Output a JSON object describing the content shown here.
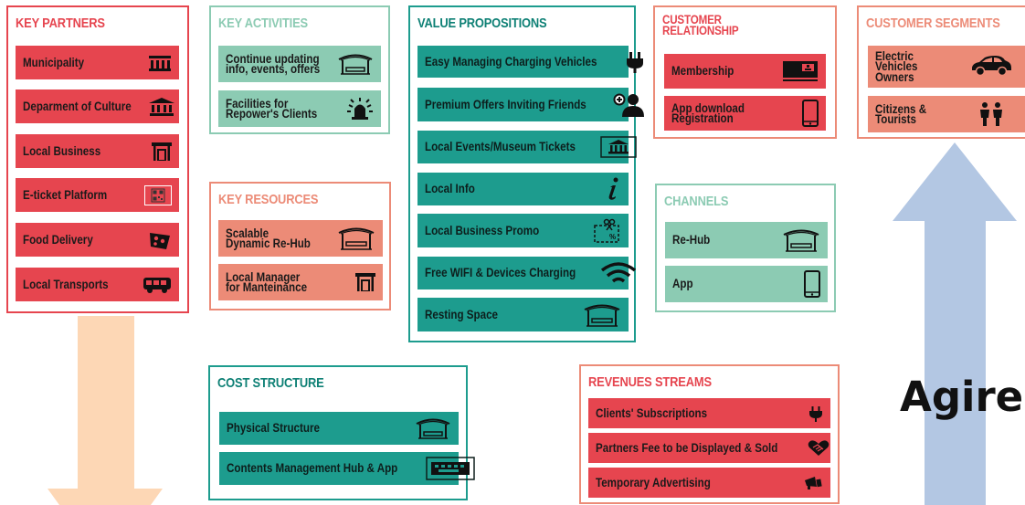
{
  "key_partners": {
    "title": "KEY PARTNERS",
    "items": [
      {
        "label": "Municipality",
        "icon": "building-icon"
      },
      {
        "label": "Deparment of Culture",
        "icon": "museum-icon"
      },
      {
        "label": "Local Business",
        "icon": "shop-icon"
      },
      {
        "label": "E-ticket Platform",
        "icon": "qr-code-icon"
      },
      {
        "label": "Food Delivery",
        "icon": "pizza-icon"
      },
      {
        "label": "Local Transports",
        "icon": "bus-icon"
      }
    ]
  },
  "key_activities": {
    "title": "KEY ACTIVITIES",
    "items": [
      {
        "label_lines": [
          "Continue updating",
          "info, events, offers"
        ],
        "icon": "canopy-icon"
      },
      {
        "label_lines": [
          "Facilities for",
          "Repower's Clients"
        ],
        "icon": "alarm-light-icon"
      }
    ]
  },
  "key_resources": {
    "title": "KEY RESOURCES",
    "items": [
      {
        "label_lines": [
          "Scalable",
          "Dynamic Re-Hub"
        ],
        "icon": "canopy-icon"
      },
      {
        "label_lines": [
          "Local Manager",
          "for Manteinance"
        ],
        "icon": "shop-icon"
      }
    ]
  },
  "value_propositions": {
    "title": "VALUE PROPOSITIONS",
    "items": [
      {
        "label": "Easy Managing Charging Vehicles",
        "icon": "plug-icon"
      },
      {
        "label": "Premium Offers Inviting Friends",
        "icon": "add-person-icon"
      },
      {
        "label": "Local Events/Museum Tickets",
        "icon": "museum-icon"
      },
      {
        "label": "Local Info",
        "icon": "info-icon"
      },
      {
        "label": "Local Business Promo",
        "icon": "coupon-icon"
      },
      {
        "label": "Free WIFI & Devices Charging",
        "icon": "wifi-icon"
      },
      {
        "label": "Resting Space",
        "icon": "canopy-icon"
      }
    ]
  },
  "customer_relationship": {
    "title_lines": [
      "CUSTOMER",
      "RELATIONSHIP"
    ],
    "items": [
      {
        "label_lines": [
          "Membership"
        ],
        "icon": "membership-card-icon"
      },
      {
        "label_lines": [
          "App download",
          "Registration"
        ],
        "icon": "smartphone-icon"
      }
    ]
  },
  "channels": {
    "title": "CHANNELS",
    "items": [
      {
        "label": "Re-Hub",
        "icon": "canopy-icon"
      },
      {
        "label": "App",
        "icon": "smartphone-icon"
      }
    ]
  },
  "customer_segments": {
    "title": "CUSTOMER SEGMENTS",
    "items": [
      {
        "label_lines": [
          "Electric",
          "Vehicles",
          "Owners"
        ],
        "icon": "car-icon"
      },
      {
        "label_lines": [
          "Citizens &",
          "Tourists"
        ],
        "icon": "people-icon"
      }
    ]
  },
  "cost_structure": {
    "title": "COST STRUCTURE",
    "items": [
      {
        "label": "Physical Structure",
        "icon": "canopy-icon"
      },
      {
        "label": "Contents Management Hub & App",
        "icon": "keyboard-icon"
      }
    ]
  },
  "revenue_streams": {
    "title": "REVENUES STREAMS",
    "items": [
      {
        "label": "Clients' Subscriptions",
        "icon": "plug-icon"
      },
      {
        "label": "Partners Fee to be Displayed & Sold",
        "icon": "handshake-icon"
      },
      {
        "label": "Temporary Advertising",
        "icon": "megaphone-icon"
      }
    ]
  },
  "side_text": "Agire",
  "colors": {
    "red": "#e6454f",
    "salmon": "#ec8b77",
    "mint": "#8ccbb3",
    "teal": "#1d9c8e",
    "arrow_orange": "#fdd7b5",
    "arrow_blue": "#b3c7e3"
  }
}
